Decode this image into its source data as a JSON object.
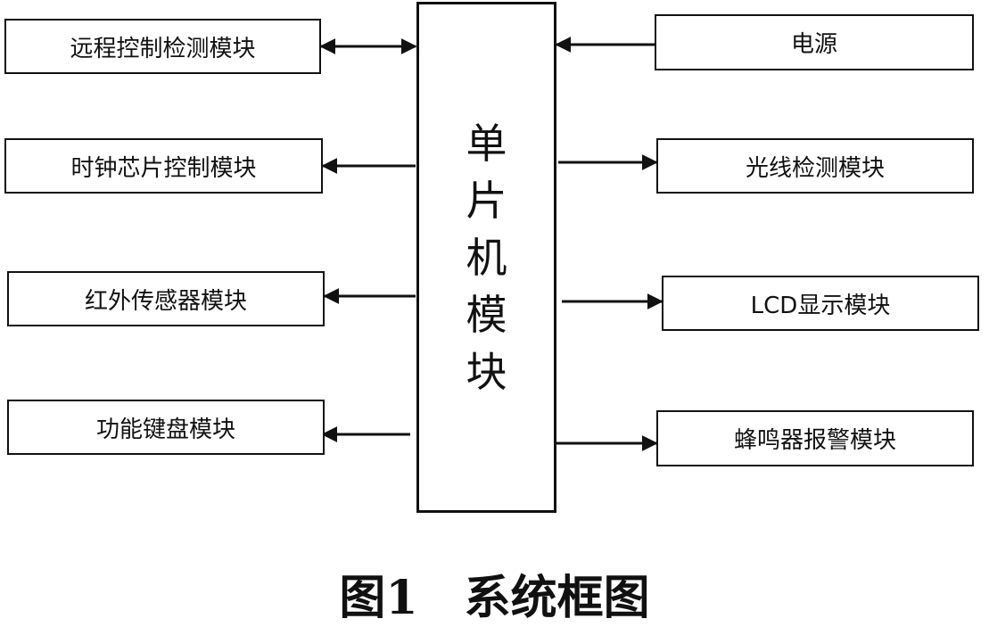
{
  "center_module": [
    "单",
    "片",
    "机",
    "模",
    "块"
  ],
  "left_modules": [
    {
      "label": "远程控制检测模块",
      "direction": "both"
    },
    {
      "label": "时钟芯片控制模块",
      "direction": "out"
    },
    {
      "label": "红外传感器模块",
      "direction": "out"
    },
    {
      "label": "功能键盘模块",
      "direction": "out"
    }
  ],
  "right_modules": [
    {
      "label": "电源",
      "direction": "in"
    },
    {
      "label": "光线检测模块",
      "direction": "out"
    },
    {
      "label": "LCD显示模块",
      "direction": "out"
    },
    {
      "label": "蜂鸣器报警模块",
      "direction": "out"
    }
  ],
  "caption": "图1　系统框图"
}
